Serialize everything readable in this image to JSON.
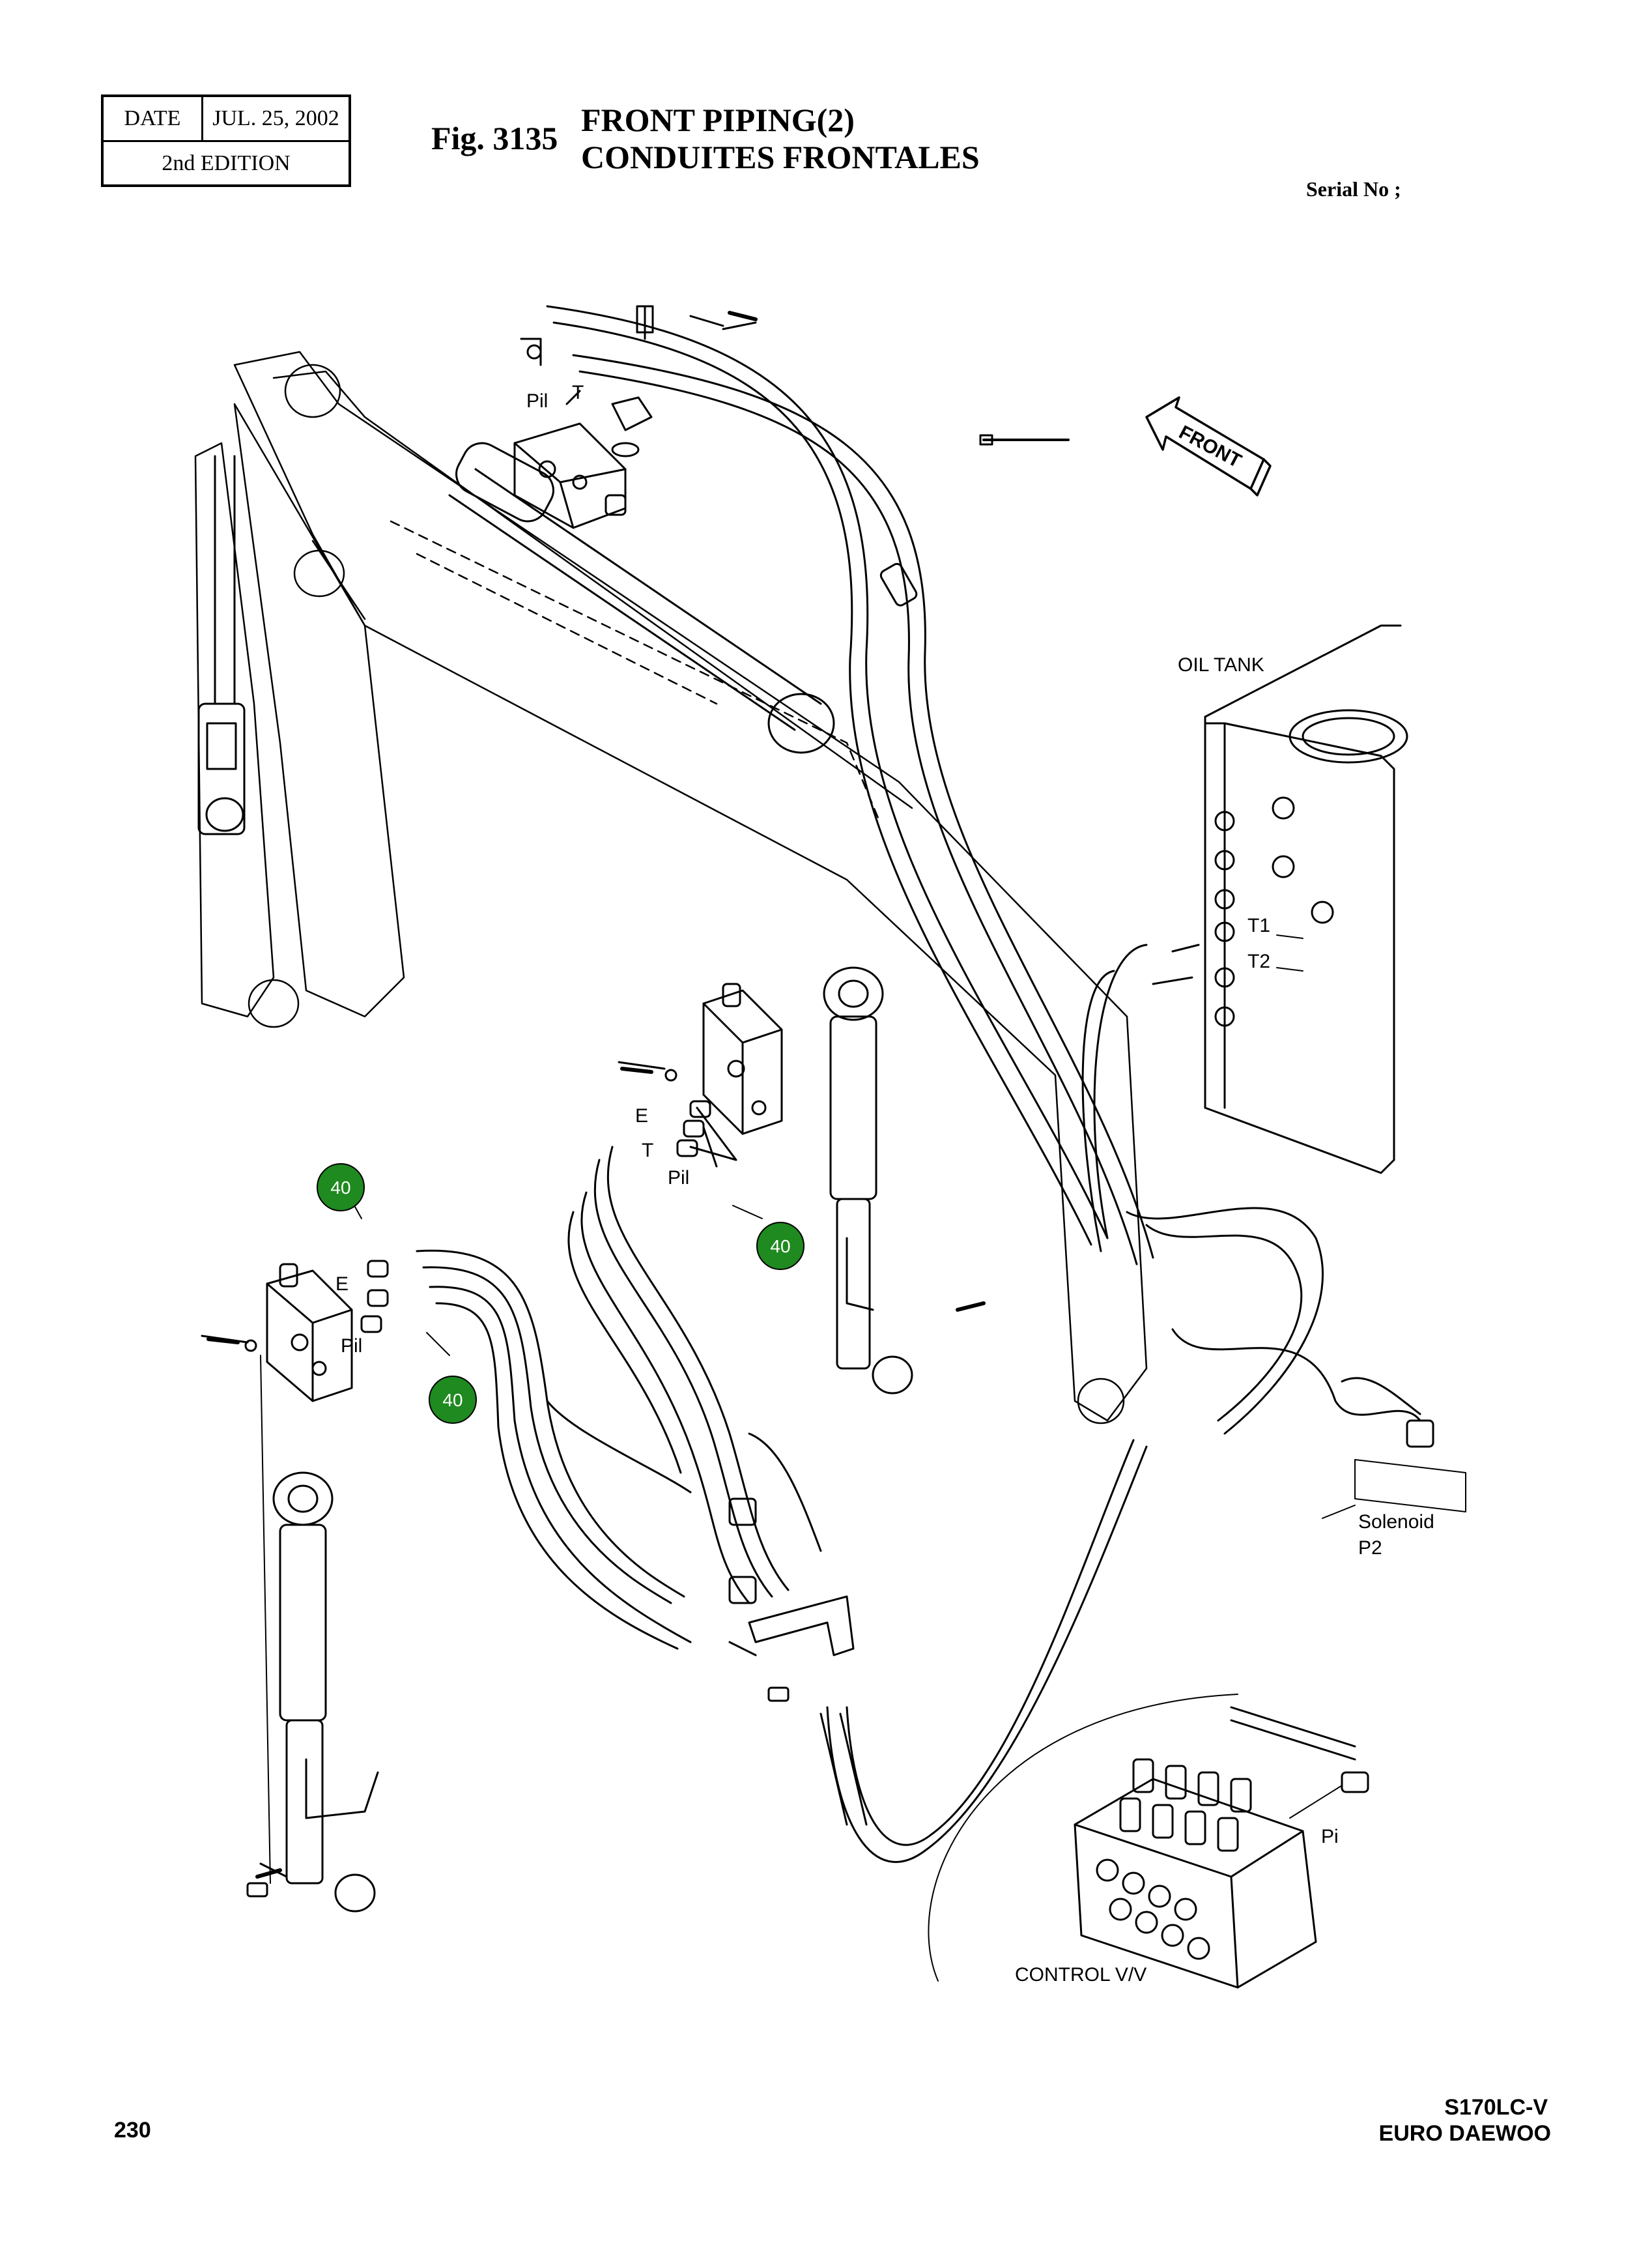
{
  "header": {
    "date_label": "DATE",
    "date_value": "JUL. 25, 2002",
    "edition": "2nd EDITION",
    "fig_number": "Fig. 3135",
    "title_en": "FRONT PIPING(2)",
    "title_fr": "CONDUITES FRONTALES",
    "serial": "Serial No ;"
  },
  "labels": {
    "pil_top": "Pil",
    "t_top": "T",
    "front": "FRONT",
    "oil_tank": "OIL TANK",
    "t1": "T1",
    "t2": "T2",
    "e_mid": "E",
    "t_mid": "T",
    "pil_mid": "Pil",
    "e_left": "E",
    "pil_left": "Pil",
    "solenoid": "Solenoid",
    "p2": "P2",
    "pi": "Pi",
    "control_valve": "CONTROL V/V"
  },
  "badges": [
    "40",
    "40",
    "40"
  ],
  "colors": {
    "badge_fill": "#1f8a1f",
    "line": "#000000"
  },
  "footer": {
    "page_number": "230",
    "model": "S170LC-V",
    "maker": "EURO DAEWOO"
  }
}
